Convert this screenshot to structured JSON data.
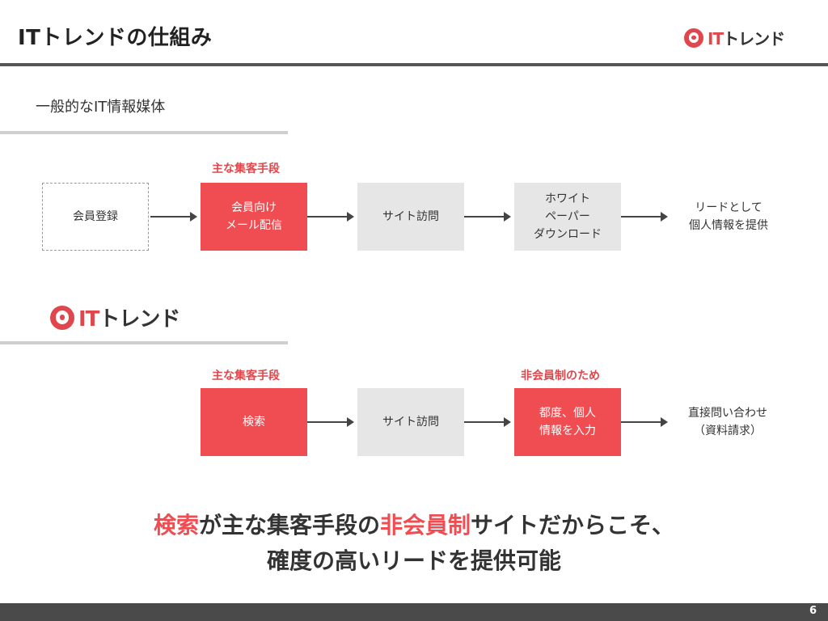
{
  "header": {
    "title": "ITトレンドの仕組み",
    "logo": {
      "icon": "it-trend-logo-mark",
      "brand_it": "IT",
      "brand_rest": "トレンド"
    }
  },
  "section_general": {
    "label": "一般的なIT情報媒体",
    "main_means_label": "主な集客手段",
    "steps": [
      {
        "text": "会員登録",
        "style": "dashed"
      },
      {
        "text": "会員向け\nメール配信",
        "style": "red"
      },
      {
        "text": "サイト訪問",
        "style": "gray"
      },
      {
        "text": "ホワイト\nペーパー\nダウンロード",
        "style": "gray"
      }
    ],
    "result": "リードとして\n個人情報を提供"
  },
  "section_it_trend": {
    "logo": {
      "icon": "it-trend-logo-mark",
      "brand_it": "IT",
      "brand_rest": "トレンド"
    },
    "main_means_label": "主な集客手段",
    "non_member_label": "非会員制のため",
    "steps": [
      {
        "text": "検索",
        "style": "red"
      },
      {
        "text": "サイト訪問",
        "style": "gray"
      },
      {
        "text": "都度、個人\n情報を入力",
        "style": "red"
      }
    ],
    "result": "直接問い合わせ\n（資料請求）"
  },
  "conclusion": {
    "line1_part1": "検索",
    "line1_part2": "が主な集客手段の",
    "line1_part3": "非会員制",
    "line1_part4": "サイトだからこそ、",
    "line2": "確度の高いリードを提供可能"
  },
  "footer": {
    "page_number": "6"
  },
  "colors": {
    "accent_red": "#ef4d52",
    "gray_box": "#e6e6e6",
    "dark_bar": "#4a4a4a"
  }
}
